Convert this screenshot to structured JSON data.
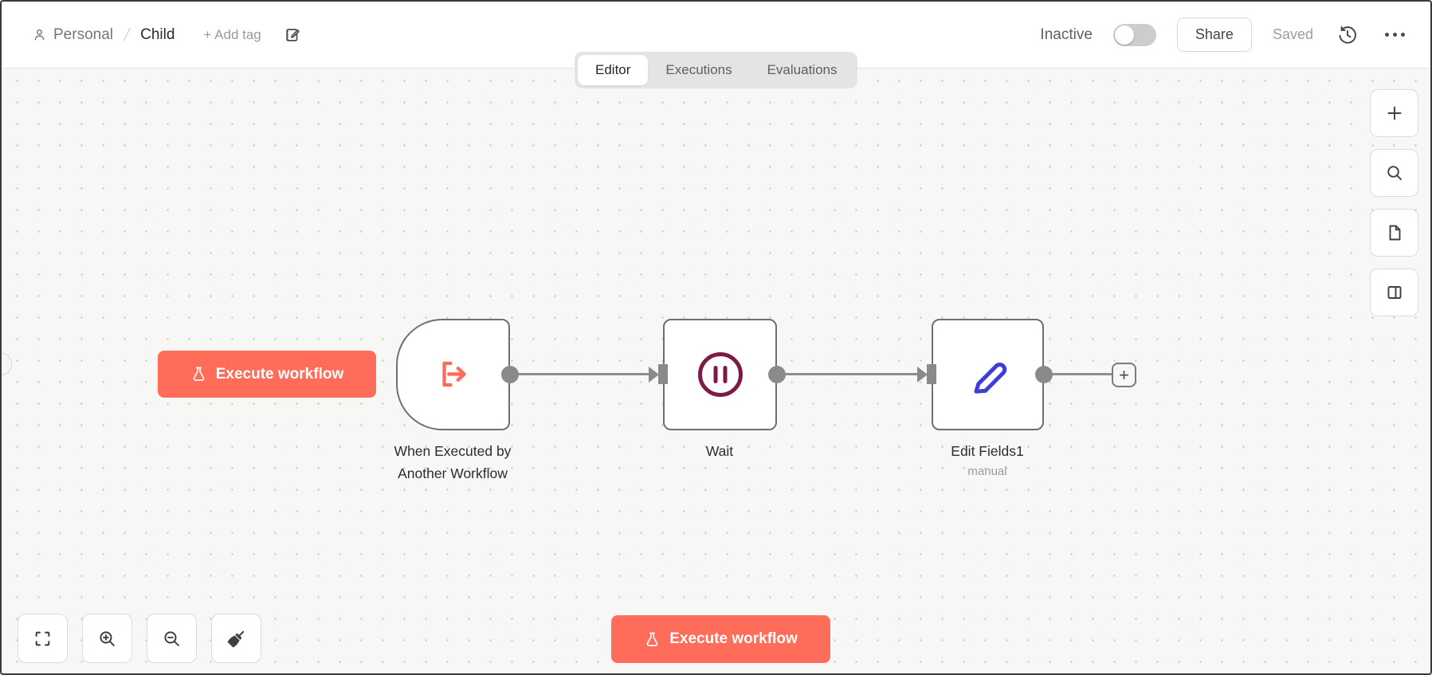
{
  "header": {
    "project": "Personal",
    "separator": "/",
    "workflow_name": "Child",
    "add_tag": "+ Add tag",
    "status_label": "Inactive",
    "status_enabled": false,
    "share": "Share",
    "save_status": "Saved"
  },
  "tabs": {
    "editor": "Editor",
    "executions": "Executions",
    "evaluations": "Evaluations",
    "active": "Editor"
  },
  "canvas": {
    "execute_primary": "Execute workflow",
    "execute_bottom": "Execute workflow",
    "add_next_label": "+",
    "nodes": [
      {
        "title": "When Executed by Another Workflow",
        "type": "execute-workflow-trigger",
        "icon": "workflow-exit-arrow-icon",
        "icon_color": "#ff6d5a"
      },
      {
        "title": "Wait",
        "type": "wait",
        "icon": "pause-circle-icon",
        "icon_color": "#7d1a45"
      },
      {
        "title": "Edit Fields1",
        "subtitle": "manual",
        "type": "edit-fields",
        "icon": "pencil-icon",
        "icon_color": "#3d3dd8"
      }
    ]
  },
  "toolbars": {
    "right_rail": [
      "add-node-icon",
      "search-icon",
      "sticky-note-icon",
      "split-panel-icon"
    ],
    "bottom_left": [
      "fit-view-icon",
      "zoom-in-icon",
      "zoom-out-icon",
      "tidy-up-icon"
    ]
  },
  "colors": {
    "accent": "#ff6d5a",
    "wait_icon": "#7d1a45",
    "edit_icon": "#3d3dd8",
    "connector": "#8a8a8a",
    "node_border": "#6f6f6f",
    "canvas_bg": "#f7f7f6",
    "tab_container_bg": "#e4e4e4"
  }
}
